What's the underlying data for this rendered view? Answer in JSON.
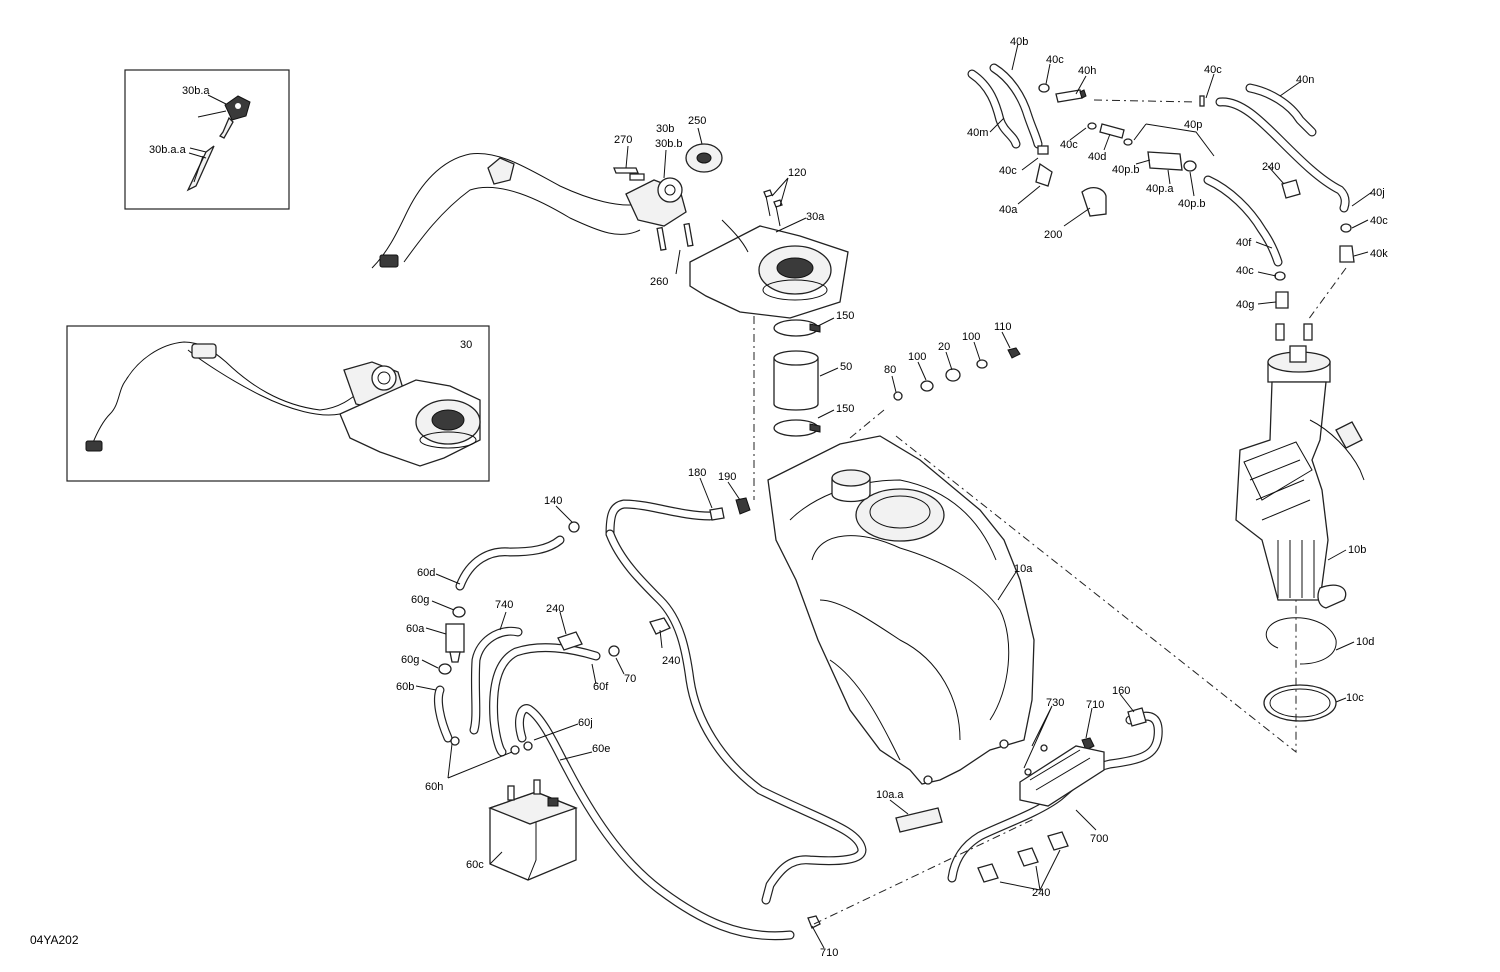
{
  "diagram_code": "04YA202",
  "callouts": {
    "c30ba": "30b.a",
    "c30baa": "30b.a.a",
    "c270": "270",
    "c30b": "30b",
    "c30bb": "30b.b",
    "c250": "250",
    "c120": "120",
    "c30a": "30a",
    "c260": "260",
    "c150a": "150",
    "c50": "50",
    "c150b": "150",
    "c30": "30",
    "c80": "80",
    "c100a": "100",
    "c20": "20",
    "c100b": "100",
    "c110": "110",
    "c180": "180",
    "c190": "190",
    "c140": "140",
    "c60d": "60d",
    "c60g1": "60g",
    "c60a": "60a",
    "c60g2": "60g",
    "c60b": "60b",
    "c60h": "60h",
    "c60c": "60c",
    "c740": "740",
    "c240a": "240",
    "c240b": "240",
    "c70": "70",
    "c60f": "60f",
    "c60j": "60j",
    "c60e": "60e",
    "c10a": "10a",
    "c10aa": "10a.a",
    "c730": "730",
    "c710a": "710",
    "c160": "160",
    "c700": "700",
    "c240c": "240",
    "c710b": "710",
    "c40b": "40b",
    "c40c1": "40c",
    "c40h": "40h",
    "c40m": "40m",
    "c40c2": "40c",
    "c40d": "40d",
    "c40c3": "40c",
    "c40a": "40a",
    "c40p": "40p",
    "c40pb1": "40p.b",
    "c40pa": "40p.a",
    "c40pb2": "40p.b",
    "c200": "200",
    "c40c4": "40c",
    "c40n": "40n",
    "c240d": "240",
    "c40j": "40j",
    "c40c5": "40c",
    "c40k": "40k",
    "c40f": "40f",
    "c40c6": "40c",
    "c40g": "40g",
    "c10b": "10b",
    "c10d": "10d",
    "c10c": "10c"
  }
}
